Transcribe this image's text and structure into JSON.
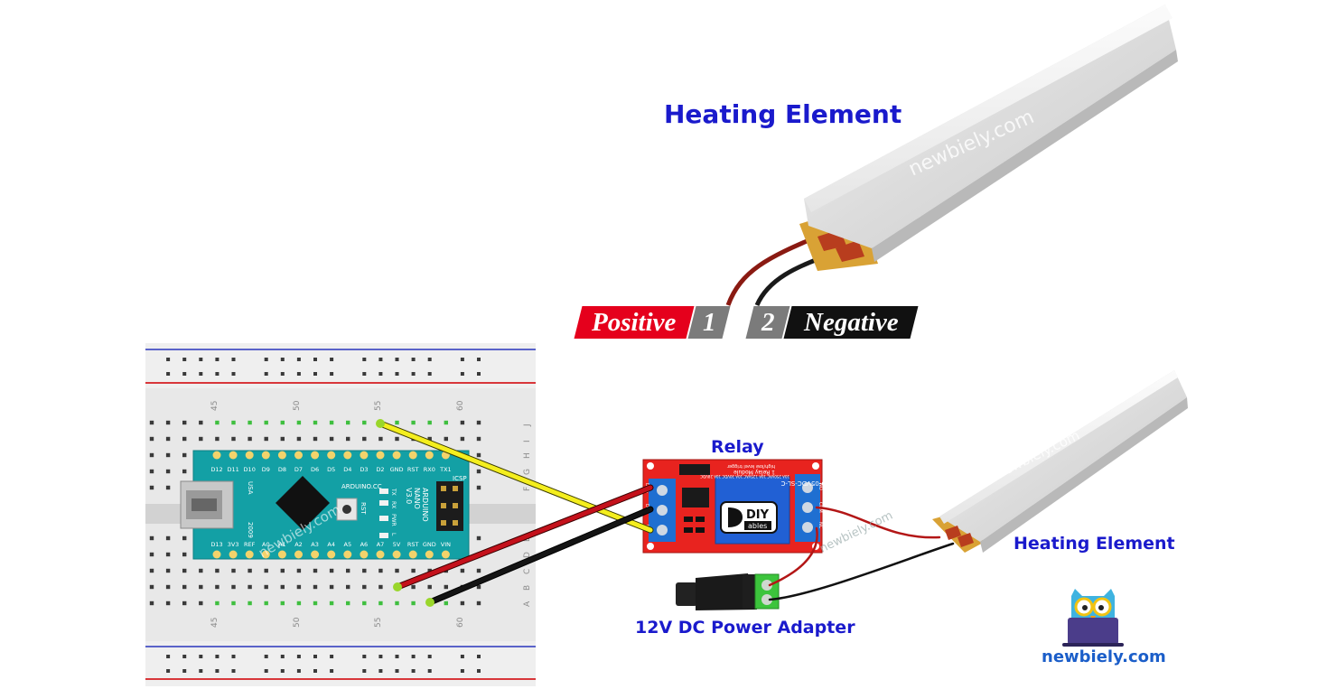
{
  "title": "Heating Element",
  "labels": {
    "relay": "Relay",
    "adapter": "12V DC Power Adapter",
    "heating_element_2": "Heating Element"
  },
  "terminals": {
    "positive": "Positive",
    "positive_num": "1",
    "negative_num": "2",
    "negative": "Negative"
  },
  "brand": {
    "name": "newbiely.com",
    "watermark": "newbiely.com"
  },
  "breadboard": {
    "col_numbers": [
      "45",
      "50",
      "55",
      "60"
    ],
    "row_letters_top": [
      "J",
      "I",
      "H",
      "G",
      "F"
    ],
    "row_letters_bottom": [
      "E",
      "D",
      "C",
      "B",
      "A"
    ]
  },
  "nano": {
    "top_pins": [
      "D12",
      "D11",
      "D10",
      "D9",
      "D8",
      "D7",
      "D6",
      "D5",
      "D4",
      "D3",
      "D2",
      "GND",
      "RST",
      "RX0",
      "TX1"
    ],
    "bottom_pins": [
      "D13",
      "3V3",
      "REF",
      "A0",
      "A1",
      "A2",
      "A3",
      "A4",
      "A5",
      "A6",
      "A7",
      "5V",
      "RST",
      "GND",
      "VIN"
    ],
    "board_text": [
      "ARDUINO",
      "NANO",
      "V3.0"
    ],
    "site": "ARDUINO.CC",
    "usa": "USA",
    "year": "2009",
    "icsp": "ICSP",
    "leds": [
      "TX",
      "RX",
      "PWR",
      "L"
    ],
    "rst_label": "RST"
  },
  "relay_module": {
    "brand_top": "DIY",
    "brand_bottom": "ables",
    "relay_model": "SRD-05VDC-SL-C",
    "relay_specs": "10A 250VAC 10A 125VAC 10A 30VDC 10A 28VDC",
    "module_title": "1 Relay Module",
    "module_sub": "high/low level trigger",
    "pins_in": [
      "DC+",
      "DC-",
      "IN"
    ],
    "pins_out": [
      "NO",
      "COM",
      "NC"
    ]
  },
  "colors": {
    "label_blue": "#1a1acc",
    "positive_red": "#e5001c",
    "negative_black": "#111111",
    "number_gray": "#7b7b7b",
    "board_teal": "#13a0a5",
    "relay_red": "#e8231f",
    "wire_yellow": "#f4ee1e",
    "wire_red": "#c4111b",
    "wire_black": "#141414"
  }
}
